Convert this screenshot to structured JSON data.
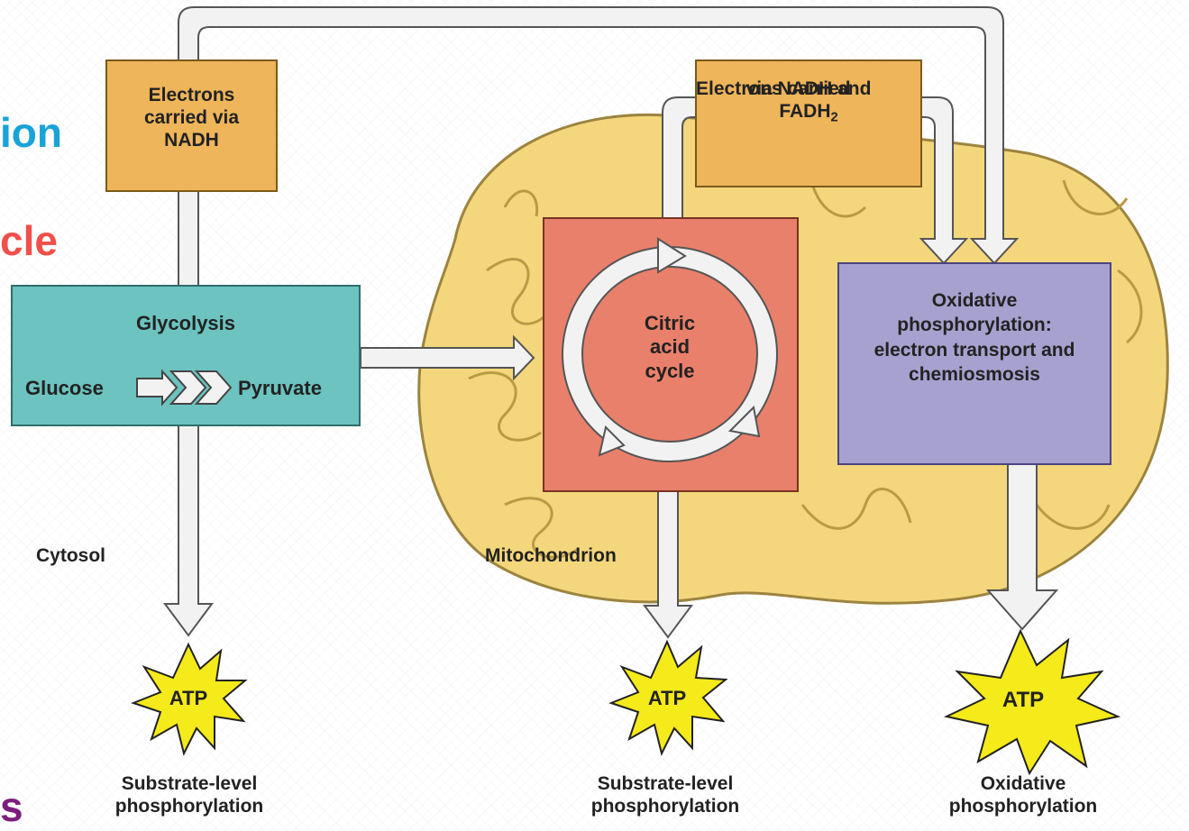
{
  "slide_words": [
    {
      "text": "ion",
      "color": "#19a3d8"
    },
    {
      "text": "cle",
      "color": "#f0504a"
    },
    {
      "text": "s",
      "color": "#7c1f7c"
    }
  ],
  "boxes": {
    "electrons_nadh": "Electrons carried via NADH",
    "electrons_nadh_fadh_line1": "Electrons carried",
    "electrons_nadh_fadh_line2": "via NADH and",
    "electrons_nadh_fadh_line3": "FADH",
    "electrons_nadh_fadh_subscript": "2",
    "glycolysis_title": "Glycolysis",
    "glucose": "Glucose",
    "pyruvate": "Pyruvate",
    "citric_acid_cycle": "Citric acid cycle",
    "oxidative_box": "Oxidative phosphorylation: electron transport and chemiosmosis"
  },
  "regions": {
    "cytosol": "Cytosol",
    "mitochondrion": "Mitochondrion"
  },
  "atp": {
    "label": "ATP",
    "outputs": [
      {
        "caption": "Substrate-level phosphorylation"
      },
      {
        "caption": "Substrate-level phosphorylation"
      },
      {
        "caption": "Oxidative phosphorylation"
      }
    ]
  },
  "colors": {
    "electron_box": "#eeb55a",
    "glycolysis_box": "#6cc3bf",
    "citric_box": "#e9806b",
    "oxidative_box": "#a7a1cf",
    "mitochondrion": "#f4d77c",
    "atp_burst": "#f5ea1a",
    "arrow_fill": "#f2f2f2"
  }
}
